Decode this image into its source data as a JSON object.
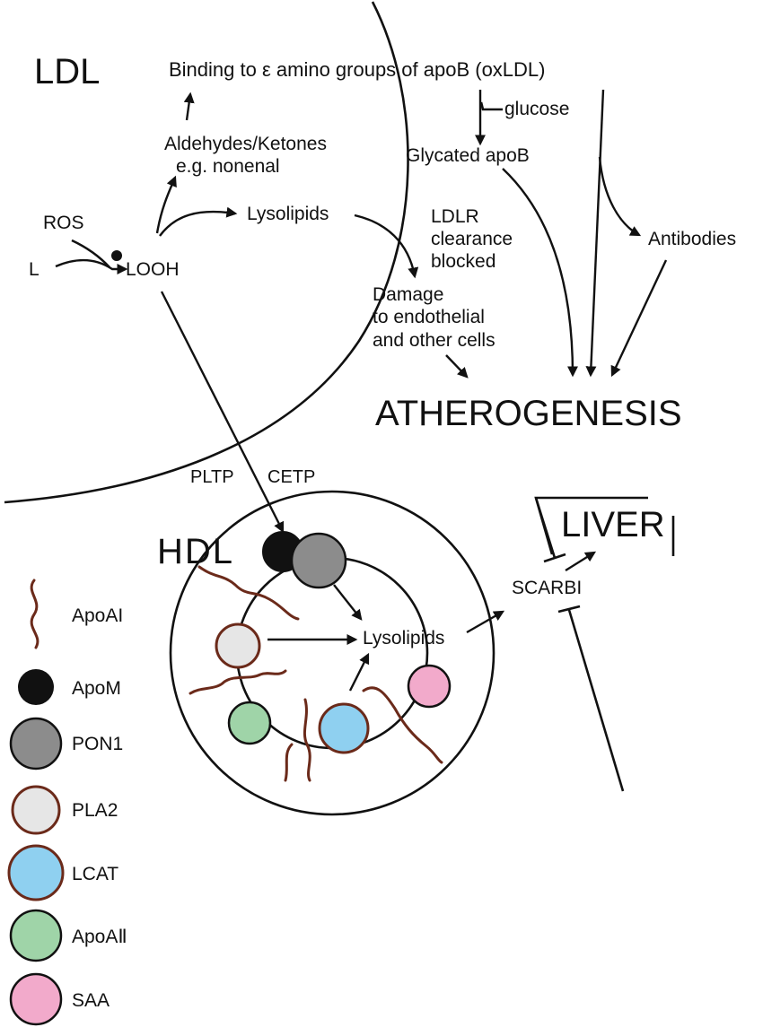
{
  "labels": {
    "ldl": "LDL",
    "hdl": "HDL",
    "liver": "LIVER",
    "binding": "Binding to ε amino groups of apoB (oxLDL)",
    "glucose": "glucose",
    "glycated": "Glycated apoB",
    "aldehydes_line1": "Aldehydes/Ketones",
    "aldehydes_line2": "e.g. nonenal",
    "ros": "ROS",
    "l": "L",
    "looh": "LOOH",
    "lysolipids_top": "Lysolipids",
    "ldlr_line1": "LDLR",
    "ldlr_line2": "clearance",
    "ldlr_line3": "blocked",
    "antibodies": "Antibodies",
    "damage_line1": "Damage",
    "damage_line2": "to endothelial",
    "damage_line3": "and other cells",
    "atherogenesis": "ATHEROGENESIS",
    "pltp": "PLTP",
    "cetp": "CETP",
    "lysolipids_hdl": "Lysolipids",
    "scarbi": "SCARBI"
  },
  "legend": [
    {
      "label": "ApoAI",
      "symbol": "wavy-line",
      "color": "#6b2a1a"
    },
    {
      "label": "ApoM",
      "symbol": "circle",
      "fill": "#111111",
      "stroke": "#111111"
    },
    {
      "label": "PON1",
      "symbol": "circle",
      "fill": "#8c8c8c",
      "stroke": "#111111"
    },
    {
      "label": "PLA2",
      "symbol": "circle",
      "fill": "#e6e6e6",
      "stroke": "#6b2a1a"
    },
    {
      "label": "LCAT",
      "symbol": "circle",
      "fill": "#8fd0f0",
      "stroke": "#6b2a1a"
    },
    {
      "label": "ApoAⅡ",
      "symbol": "circle",
      "fill": "#9fd4a8",
      "stroke": "#111111"
    },
    {
      "label": "SAA",
      "symbol": "circle",
      "fill": "#f2aacb",
      "stroke": "#111111"
    }
  ],
  "colors": {
    "brown": "#6b2a1a",
    "apom": "#111111",
    "pon1": "#8c8c8c",
    "pla2": "#e6e6e6",
    "lcat": "#8fd0f0",
    "apoaii": "#9fd4a8",
    "saa": "#f2aacb"
  }
}
